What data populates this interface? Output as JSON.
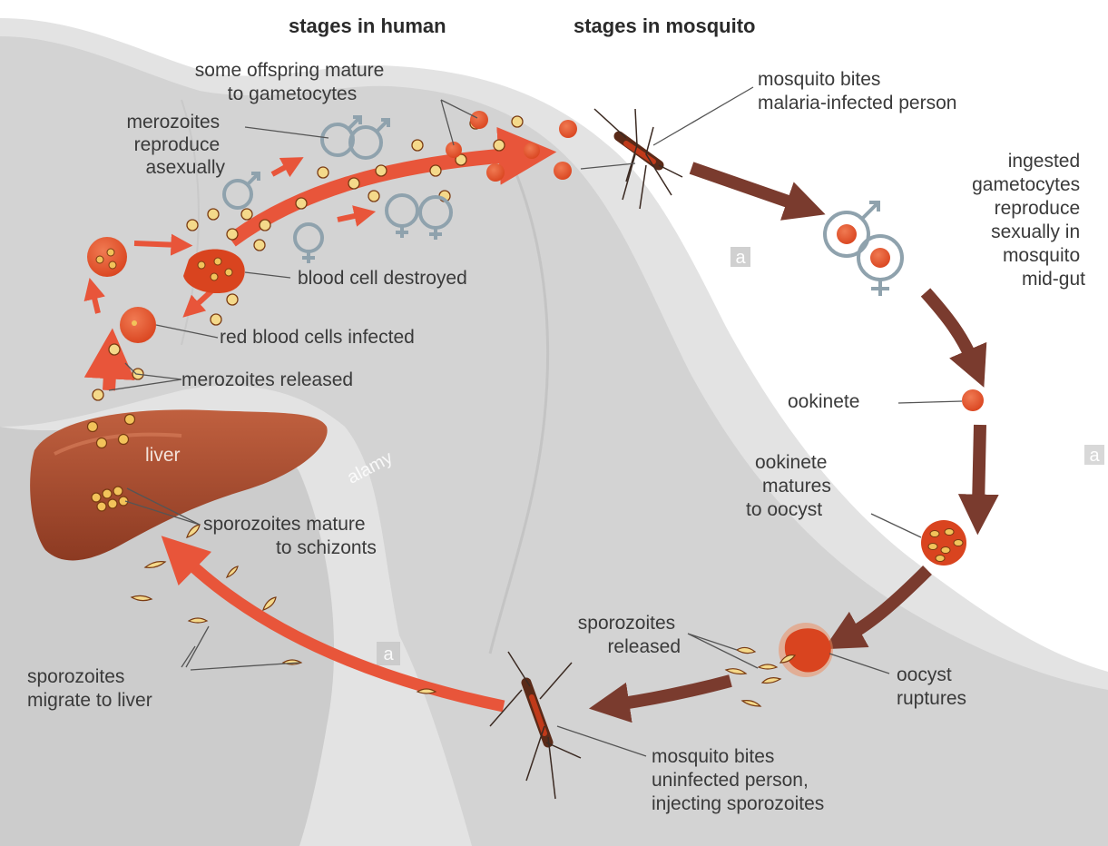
{
  "headers": {
    "human": "stages in human",
    "mosquito": "stages in mosquito"
  },
  "labels": {
    "offspring": [
      "some offspring mature",
      "to gametocytes"
    ],
    "merozoites_reproduce": [
      "merozoites",
      "reproduce",
      "asexually"
    ],
    "blood_cell_destroyed": [
      "blood cell destroyed"
    ],
    "rbc_infected": [
      "red blood cells infected"
    ],
    "merozoites_released": [
      "merozoites released"
    ],
    "liver": [
      "liver"
    ],
    "sporozoites_mature": [
      "sporozoites mature",
      "to schizonts"
    ],
    "sporozoites_migrate": [
      "sporozoites",
      "migrate to liver"
    ],
    "bites_infected": [
      "mosquito bites",
      "malaria-infected person"
    ],
    "ingested": [
      "ingested",
      "gametocytes",
      "reproduce",
      "sexually in",
      "mosquito",
      "mid-gut"
    ],
    "ookinete": [
      "ookinete"
    ],
    "ookinete_matures": [
      "ookinete",
      "matures",
      "to oocyst"
    ],
    "sporozoites_released": [
      "sporozoites",
      "released"
    ],
    "oocyst_ruptures": [
      "oocyst",
      "ruptures"
    ],
    "bites_uninfected": [
      "mosquito bites",
      "uninfected person,",
      "injecting sporozoites"
    ]
  },
  "watermark": {
    "brand": "alamy",
    "badge": "a"
  },
  "colors": {
    "human_arrow": "#e8553a",
    "mosquito_arrow": "#7a3b2e",
    "cell": "#e0562e",
    "liver": "#a8482c",
    "body": "#d9d9d9",
    "gender_symbol": "#8fa2ad"
  }
}
